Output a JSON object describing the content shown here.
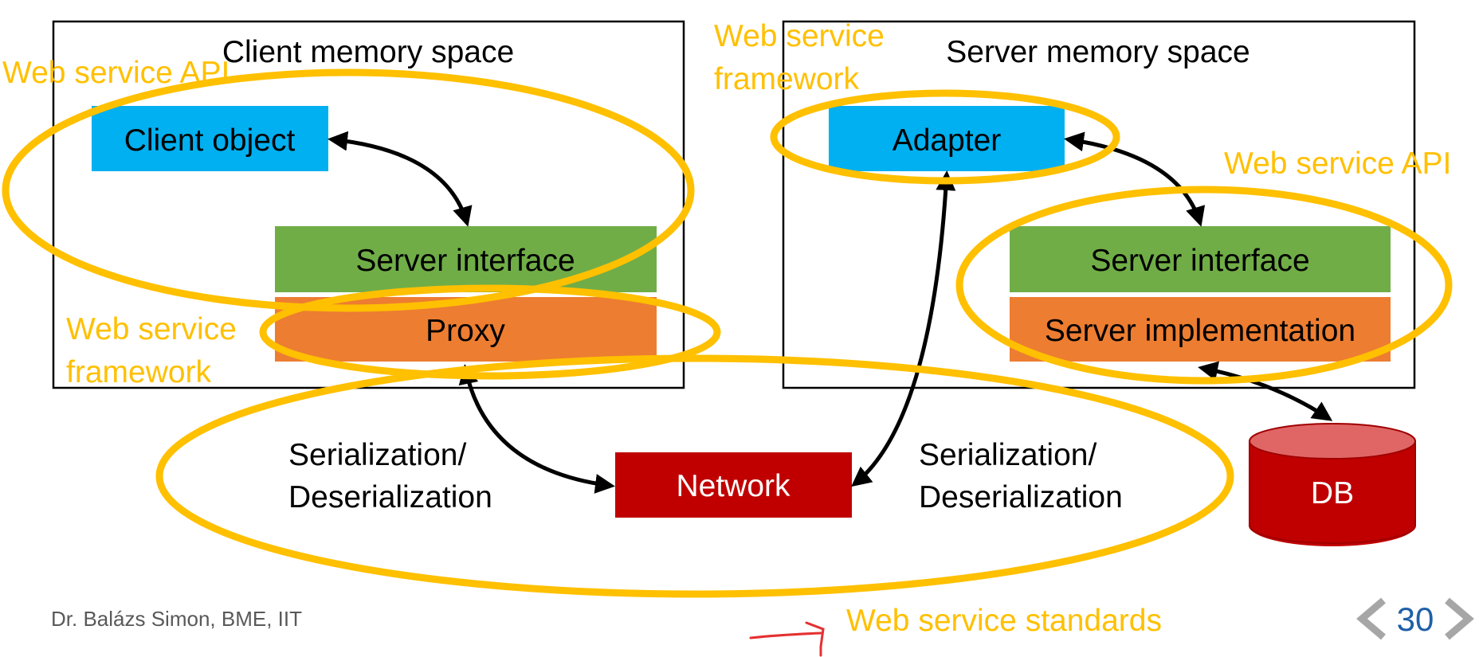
{
  "colors": {
    "annotation": "#FFC000",
    "box_blue": "#00B0F0",
    "box_green": "#70AD47",
    "box_orange": "#ED7D31",
    "box_red": "#C00000",
    "db_top": "#E06666",
    "footer_text": "#595959",
    "page_number": "#1F5FA8",
    "ink": "#E53030"
  },
  "client_space": {
    "title": "Client memory space",
    "client_object": "Client object",
    "server_interface": "Server interface",
    "proxy": "Proxy"
  },
  "server_space": {
    "title": "Server memory space",
    "adapter": "Adapter",
    "server_interface": "Server interface",
    "server_implementation": "Server implementation"
  },
  "network": "Network",
  "db": "DB",
  "serialization_left": [
    "Serialization/",
    "Deserialization"
  ],
  "serialization_right": [
    "Serialization/",
    "Deserialization"
  ],
  "annotations": {
    "client_api": "Web service API",
    "client_framework": [
      "Web service",
      "framework"
    ],
    "server_framework": [
      "Web service",
      "framework"
    ],
    "server_api": "Web service API",
    "standards": "Web service standards"
  },
  "footer": {
    "author": "Dr. Balázs Simon, BME, IIT",
    "page_number": "30",
    "prev_icon": "chevron-left-icon",
    "next_icon": "chevron-right-icon"
  }
}
